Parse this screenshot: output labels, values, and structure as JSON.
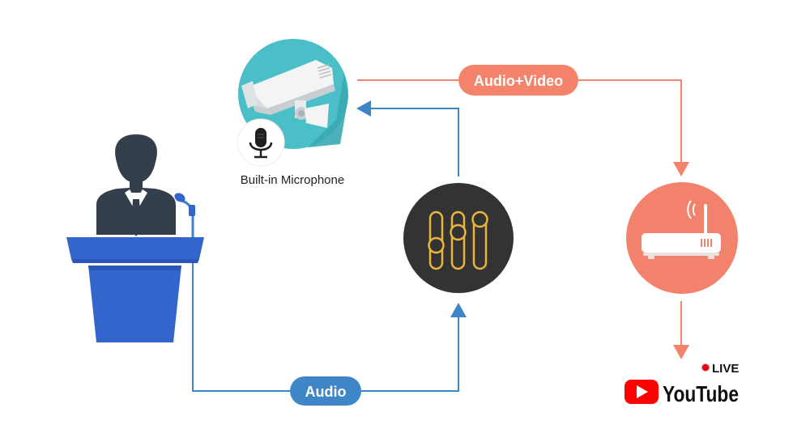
{
  "labels": {
    "camera_caption": "Built-in Microphone",
    "audio_video_pill": "Audio+Video",
    "audio_pill": "Audio",
    "live_badge": "LIVE",
    "youtube_wordmark": "YouTube"
  },
  "colors": {
    "orange_flow": "#f3836b",
    "blue_flow": "#3d85c6",
    "blue_pill": "#3f86c8",
    "camera_bg": "#4bbfc8",
    "mixer_bg": "#333333",
    "mixer_lines": "#e9b53a",
    "router_bg": "#f3826c",
    "podium": "#3366cc",
    "speaker": "#333f4a",
    "youtube_red": "#ff0000",
    "live_dot": "#e50914"
  },
  "icons": {
    "speaker": "person-at-podium-icon",
    "microphone": "podium-microphone-icon",
    "camera": "security-camera-icon",
    "camera_mic": "microphone-icon",
    "mixer": "audio-mixer-sliders-icon",
    "router": "wifi-router-icon",
    "youtube": "youtube-play-logo-icon"
  }
}
